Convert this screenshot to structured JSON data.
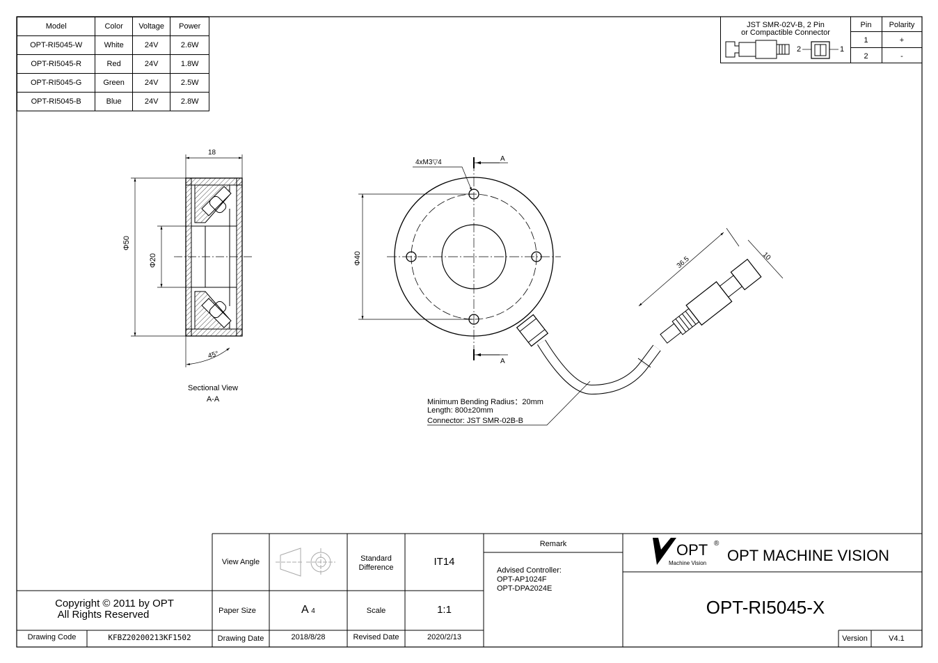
{
  "spec_table": {
    "headers": [
      "Model",
      "Color",
      "Voltage",
      "Power"
    ],
    "rows": [
      [
        "OPT-RI5045-W",
        "White",
        "24V",
        "2.6W"
      ],
      [
        "OPT-RI5045-R",
        "Red",
        "24V",
        "1.8W"
      ],
      [
        "OPT-RI5045-G",
        "Green",
        "24V",
        "2.5W"
      ],
      [
        "OPT-RI5045-B",
        "Blue",
        "24V",
        "2.8W"
      ]
    ]
  },
  "connector_table": {
    "title_line1": "JST SMR-02V-B, 2 Pin",
    "title_line2": "or Compactible Connector",
    "pin_header": "Pin",
    "polarity_header": "Polarity",
    "rows": [
      [
        "1",
        "+"
      ],
      [
        "2",
        "-"
      ]
    ],
    "pin_label_left": "2",
    "pin_label_right": "1"
  },
  "section_view": {
    "width_dim": "18",
    "outer_dia": "Φ50",
    "inner_dia": "Φ20",
    "angle": "45°",
    "label_line1": "Sectional View",
    "label_line2": "A-A"
  },
  "front_view": {
    "hole_callout": "4xM3▽4",
    "section_mark": "A",
    "bolt_circle": "Φ40",
    "cable_length_dim": "36.5",
    "connector_width_dim": "10",
    "note_line1": "Minimum Bending Radius：20mm",
    "note_line2": "Length: 800±20mm",
    "note_line3": "Connector: JST SMR-02B-B"
  },
  "title_block": {
    "copyright_line1": "Copyright © 2011 by OPT",
    "copyright_line2": "All Rights Reserved",
    "drawing_code_label": "Drawing Code",
    "drawing_code": "KFBZ20200213KF1502",
    "view_angle_label": "View Angle",
    "standard_diff_label_1": "Standard",
    "standard_diff_label_2": "Difference",
    "standard_diff": "IT14",
    "paper_size_label": "Paper Size",
    "paper_size": "A",
    "paper_size_sub": "4",
    "scale_label": "Scale",
    "scale": "1:1",
    "drawing_date_label": "Drawing Date",
    "drawing_date": "2018/8/28",
    "revised_date_label": "Revised Date",
    "revised_date": "2020/2/13",
    "remark_label": "Remark",
    "remark_line1": "Advised Controller:",
    "remark_line2": "OPT-AP1024F",
    "remark_line3": "OPT-DPA2024E",
    "logo_text": "OPT",
    "logo_sub": "Machine Vision",
    "logo_reg": "®",
    "company": "OPT MACHINE VISION",
    "part_number": "OPT-RI5045-X",
    "version_label": "Version",
    "version": "V4.1"
  }
}
